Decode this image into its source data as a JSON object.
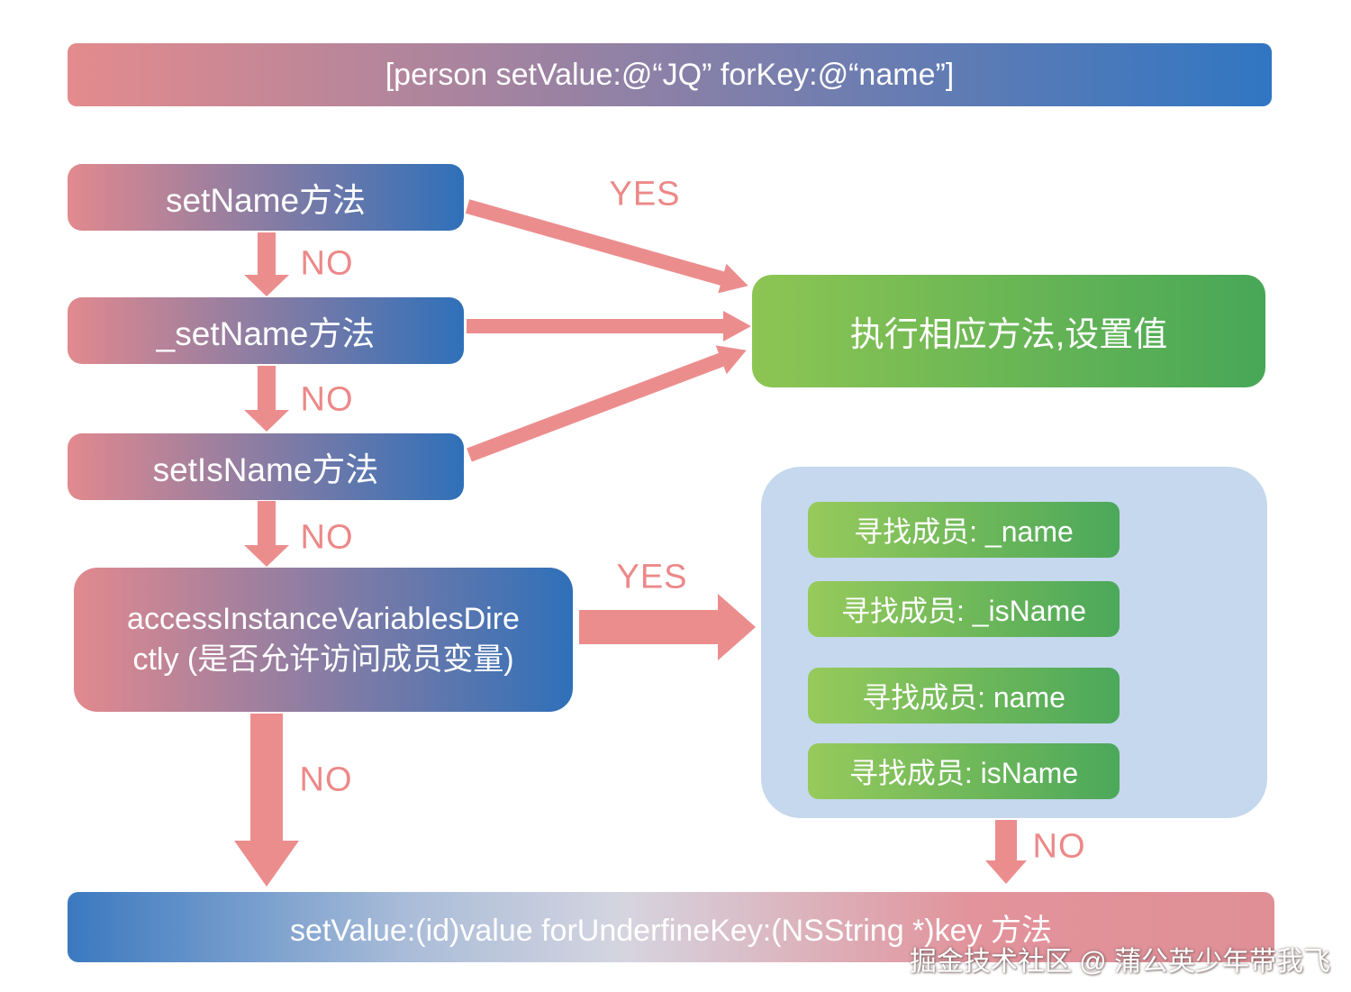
{
  "top_banner": {
    "text": "[person setValue:@“JQ” forKey:@“name”]"
  },
  "nodes": {
    "set_name": {
      "label": "setName方法"
    },
    "underscore_set_name": {
      "label": "_setName方法"
    },
    "set_is_name": {
      "label": "setIsName方法"
    },
    "access_instance": {
      "line1": "accessInstanceVariablesDire",
      "line2": "ctly (是否允许访问成员变量)"
    },
    "execute": {
      "label": "执行相应方法,设置值"
    },
    "member_search": {
      "items": [
        {
          "label": "寻找成员: _name"
        },
        {
          "label": "寻找成员: _isName"
        },
        {
          "label": "寻找成员: name"
        },
        {
          "label": "寻找成员: isName"
        }
      ]
    }
  },
  "bottom_banner": {
    "text": "setValue:(id)value forUnderfineKey:(NSString *)key 方法"
  },
  "edge_labels": {
    "setname_yes": "YES",
    "setname_no": "NO",
    "underscore_setname_no": "NO",
    "setisname_no": "NO",
    "access_yes": "YES",
    "access_no": "NO",
    "member_search_no": "NO"
  },
  "watermark": "掘金技术社区 @ 蒲公英少年带我飞",
  "colors": {
    "arrow_salmon": "#ec8d8d",
    "label_salmon": "#ed8888",
    "gradient_pink": "#e2898e",
    "gradient_blue": "#2f70b9",
    "green_light": "#8dc553",
    "green_dark": "#47a757",
    "panel_blue": "#c5d8ed",
    "dark_arrow": "#45576f"
  }
}
